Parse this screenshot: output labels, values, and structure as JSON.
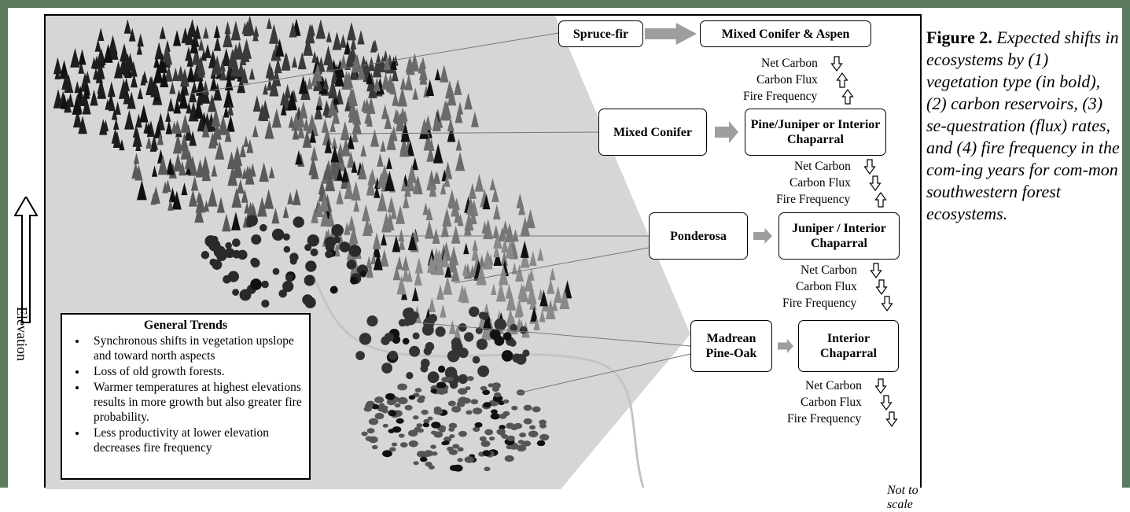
{
  "figure": {
    "caption_bold": "Figure 2.",
    "caption_text": "Expected shifts in ecosystems by (1) vegetation type (in bold), (2) carbon reservoirs, (3) se-questration (flux) rates, and (4) fire frequency in the com-ing years for com-mon southwestern forest ecosystems.",
    "elevation_label": "Elevation",
    "not_to_scale": "Not to scale"
  },
  "shifts": [
    {
      "from": "Spruce-fir",
      "to": "Mixed Conifer & Aspen",
      "metrics": [
        {
          "label": "Net Carbon",
          "direction": "down"
        },
        {
          "label": "Carbon Flux",
          "direction": "up"
        },
        {
          "label": "Fire Frequency",
          "direction": "up"
        }
      ]
    },
    {
      "from": "Mixed Conifer",
      "to": "Pine/Juniper or Interior Chaparral",
      "metrics": [
        {
          "label": "Net Carbon",
          "direction": "down"
        },
        {
          "label": "Carbon Flux",
          "direction": "down"
        },
        {
          "label": "Fire Frequency",
          "direction": "up"
        }
      ]
    },
    {
      "from": "Ponderosa",
      "to": "Juniper / Interior Chaparral",
      "metrics": [
        {
          "label": "Net Carbon",
          "direction": "down"
        },
        {
          "label": "Carbon Flux",
          "direction": "down"
        },
        {
          "label": "Fire Frequency",
          "direction": "down"
        }
      ]
    },
    {
      "from": "Madrean Pine-Oak",
      "to": "Interior Chaparral",
      "metrics": [
        {
          "label": "Net Carbon",
          "direction": "down"
        },
        {
          "label": "Carbon Flux",
          "direction": "down"
        },
        {
          "label": "Fire Frequency",
          "direction": "down"
        }
      ]
    }
  ],
  "trends": {
    "title": "General Trends",
    "items": [
      "Synchronous shifts in vegetation upslope and toward north aspects",
      "Loss of old growth forests.",
      "Warmer temperatures at highest elevations results in more growth but also greater fire probability.",
      "Less productivity at lower elevation decreases fire frequency"
    ]
  },
  "colors": {
    "frame": "#5b7a5e",
    "landscape": "#d6d6d6",
    "arrow_gray": "#9e9e9e"
  }
}
